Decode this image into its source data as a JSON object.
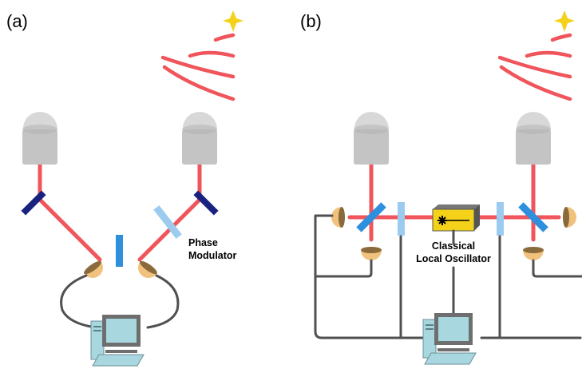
{
  "panels": {
    "a": {
      "label": "(a)",
      "modulator_label_line1": "Phase",
      "modulator_label_line2": "Modulator"
    },
    "b": {
      "label": "(b)",
      "oscillator_label_line1": "Classical",
      "oscillator_label_line2": "Local Oscillator"
    }
  },
  "colors": {
    "beam": "#f0555b",
    "telescope": "#c4c4c4",
    "mirror": "#1a2280",
    "beamsplitter": "#2e8fdd",
    "modulator": "#9ccbf0",
    "detector": "#f1c27d",
    "laser": "#f4d21a",
    "star": "#f4d21a",
    "wire": "#505050",
    "computer": "#a8d7e0"
  }
}
